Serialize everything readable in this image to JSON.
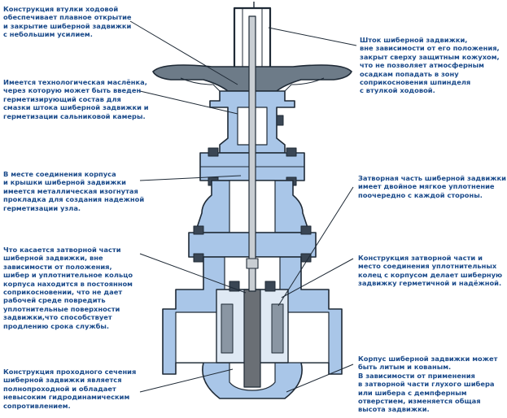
{
  "annotations": {
    "sleeve": "Конструкция втулки ходовой\nобеспечивает плавное открытие\nи закрытие шиберной задвижки\nс небольшим усилием.",
    "oiler": "Имеется технологическая маслёнка,\nчерез которую может быть введен\nгерметизирующий состав для\nсмазки штока шиберной задвижки и\nгерметизации сальниковой камеры.",
    "gasket": "В месте соединения корпуса\nи крышки шиберной задвижки\nимеется металлическая изогнутая\nпрокладка для создания надежной\nгерметизации узла.",
    "gate_part": "Что касается затворной части\nшиберной задвижки, вне\nзависимости от положения,\nшибер и уплотнительное кольцо\nкорпуса находится в постоянном\nсоприкосновении, что не дает\nрабочей среде повредить\nуплотнительные поверхности\nзадвижки,что способствует\nпродлению срока службы.",
    "passage": "Конструкция проходного сечения\nшиберной задвижки является\nполнопроходной и обладает\nневысоким гидродинамическим\nсопротивлением.",
    "stem": "Шток шиберной задвижки,\nвне зависимости от его положения,\nзакрыт сверху защитным кожухом,\nчто не позволяет атмосферным\nосадкам попадать в зону\nсоприкосновения шпинделя\nс втулкой ходовой.",
    "seal": "Затворная часть шиберной задвижки\nимеет двойное мягкое уплотнение\nпоочередно с каждой стороны.",
    "rings": "Конструкция затворной части и\nместо соединения уплотнительных\nколец с корпусом делает шиберную\nзадвижку герметичной и надёжной.",
    "body": "Корпус шиберной задвижки может\nбыть литым и кованым.\nВ зависимости от применения\nв затворной части глухого шибера\nили шибера с демпферным\nотверстием, изменяется общая\nвысота задвижки."
  },
  "colors": {
    "text": "#1a4a8a",
    "body_fill": "#a9c6e8",
    "outline": "#1f2a36",
    "leader": "#1f2a36",
    "handwheel": "#6d7b88",
    "stem": "#c9ced3",
    "gate": "#6a6f75"
  }
}
